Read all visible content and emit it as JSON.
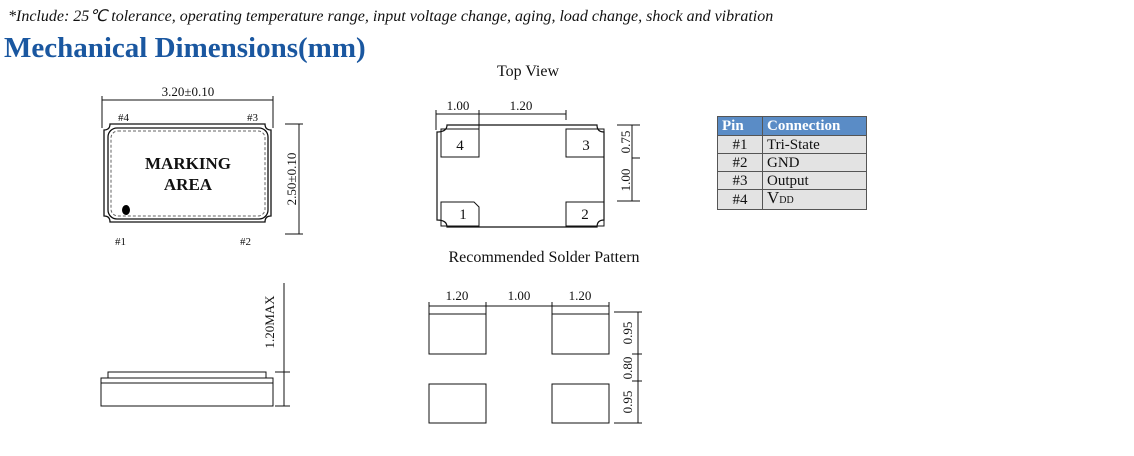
{
  "note": "*Include: 25℃ tolerance, operating temperature range, input voltage change, aging, load change, shock and vibration",
  "title": "Mechanical Dimensions(mm)",
  "package": {
    "width_label": "3.20±0.10",
    "height_label": "2.50±0.10",
    "marking": [
      "MARKING",
      "AREA"
    ],
    "pin_labels": [
      "#1",
      "#2",
      "#3",
      "#4"
    ],
    "thickness_label": "1.20MAX"
  },
  "top_view": {
    "title": "Top View",
    "dims": [
      "1.00",
      "1.20",
      "0.75",
      "1.00"
    ],
    "pads": [
      "1",
      "2",
      "3",
      "4"
    ]
  },
  "solder": {
    "title": "Recommended Solder Pattern",
    "horizontal": [
      "1.20",
      "1.00",
      "1.20"
    ],
    "vertical": [
      "0.95",
      "0.80",
      "0.95"
    ]
  },
  "pin_table": {
    "headers": [
      "Pin",
      "Connection"
    ],
    "rows": [
      {
        "pin": "#1",
        "connection": "Tri-State"
      },
      {
        "pin": "#2",
        "connection": "GND"
      },
      {
        "pin": "#3",
        "connection": "Output"
      },
      {
        "pin": "#4",
        "connection": "V",
        "sub": "DD"
      }
    ]
  },
  "colors": {
    "title": "#1a57a0",
    "table_header": "#5a8cc6",
    "table_cell": "#e3e3e3"
  }
}
